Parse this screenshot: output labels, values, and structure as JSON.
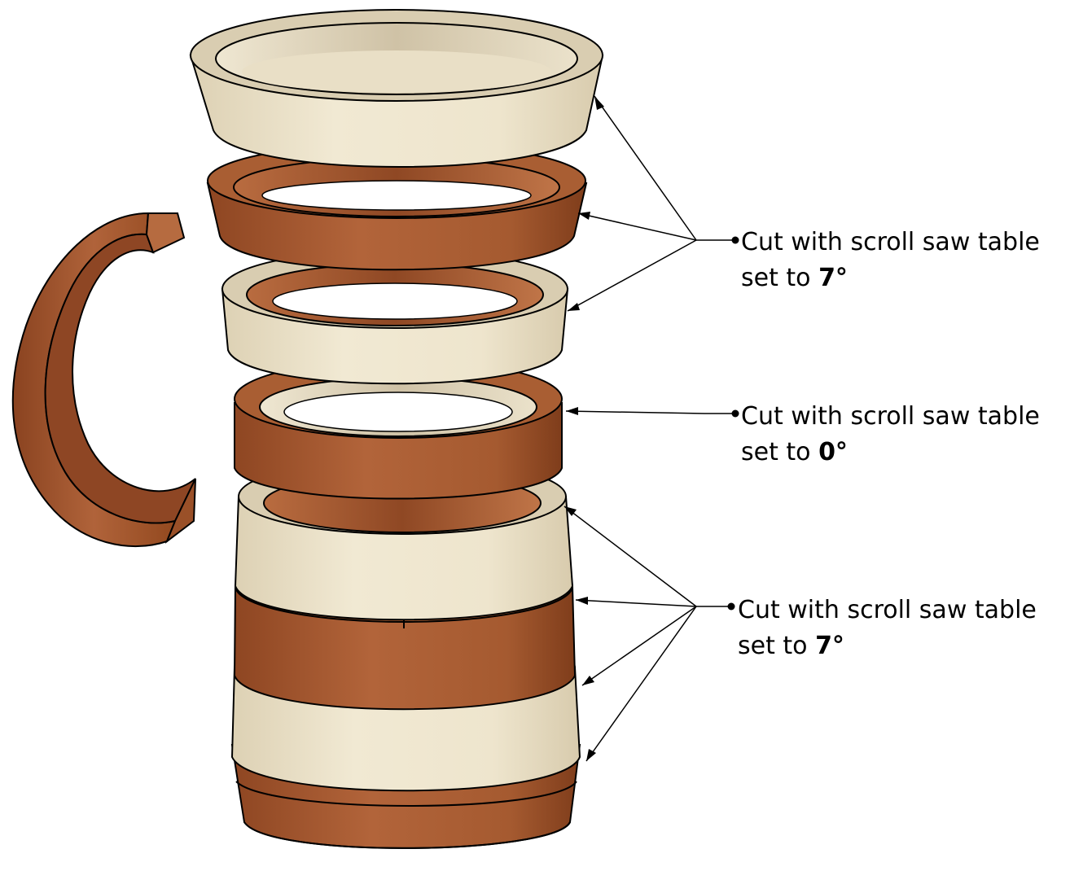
{
  "labels": {
    "top": {
      "line1": "Cut with scroll saw table",
      "line2_prefix": "set to",
      "angle": "7°"
    },
    "middle": {
      "line1": "Cut with scroll saw table",
      "line2_prefix": "set to",
      "angle": "0°"
    },
    "bottom": {
      "line1": "Cut with scroll saw table",
      "line2_prefix": "set to",
      "angle": "7°"
    }
  },
  "colors": {
    "maple": "#ece3cc",
    "maple_inner": "#d9cdb1",
    "maple_edge": "#b8ab92",
    "cherry": "#a75a2e",
    "cherry_dark": "#7e3e1c",
    "cherry_inner": "#c27446",
    "outline": "#000000"
  },
  "rings": [
    {
      "wood": "maple",
      "role": "rim ring"
    },
    {
      "wood": "cherry",
      "role": "ring"
    },
    {
      "wood": "maple",
      "role": "ring"
    },
    {
      "wood": "cherry",
      "role": "ring"
    },
    {
      "wood": "maple",
      "role": "ring"
    },
    {
      "wood": "cherry",
      "role": "ring"
    },
    {
      "wood": "maple",
      "role": "ring"
    },
    {
      "wood": "cherry",
      "role": "base ring"
    }
  ],
  "handle": {
    "wood": "cherry"
  }
}
